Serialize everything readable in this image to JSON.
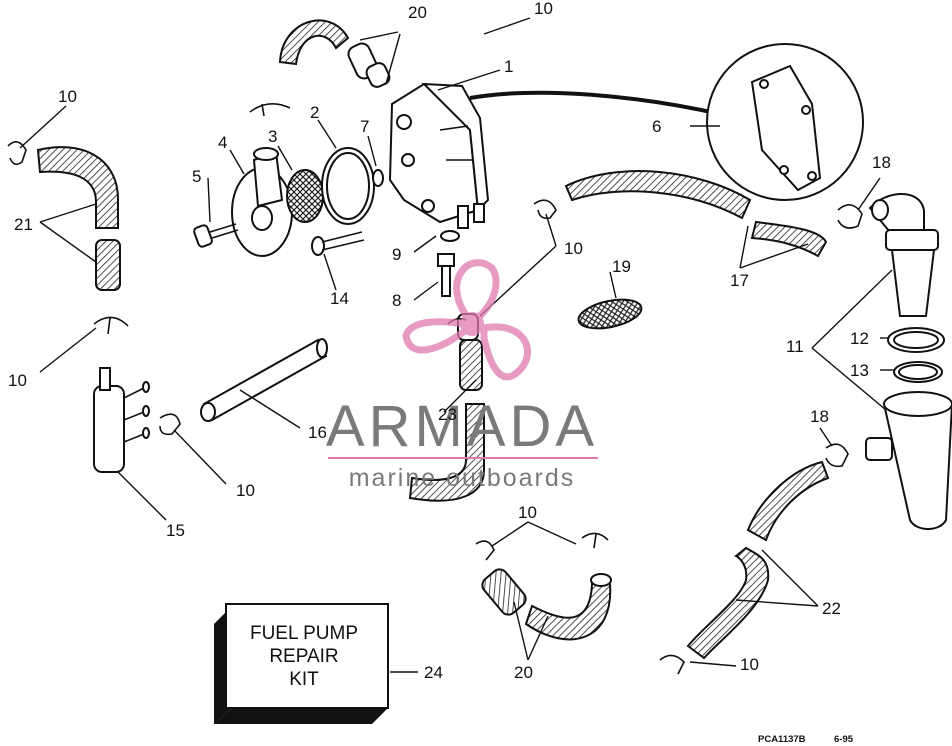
{
  "callouts": {
    "c1": "1",
    "c2": "2",
    "c3": "3",
    "c4": "4",
    "c5": "5",
    "c6": "6",
    "c7": "7",
    "c8": "8",
    "c9": "9",
    "c10a": "10",
    "c10b": "10",
    "c10c": "10",
    "c10d": "10",
    "c10e": "10",
    "c10f": "10",
    "c10g": "10",
    "c11": "11",
    "c12": "12",
    "c13": "13",
    "c14": "14",
    "c15": "15",
    "c16": "16",
    "c17": "17",
    "c18a": "18",
    "c18b": "18",
    "c19": "19",
    "c20a": "20",
    "c20b": "20",
    "c21": "21",
    "c22": "22",
    "c23": "23",
    "c24": "24"
  },
  "kit_box": {
    "line1": "FUEL PUMP",
    "line2": "REPAIR",
    "line3": "KIT"
  },
  "footer": {
    "drawing_code": "PCA1137B",
    "date_code": "6-95"
  },
  "watermark": {
    "brand": "ARMADA",
    "subtitle": "marine outboards",
    "colors": {
      "propeller": "#e07ab0",
      "text": "#7a7a7a"
    }
  }
}
